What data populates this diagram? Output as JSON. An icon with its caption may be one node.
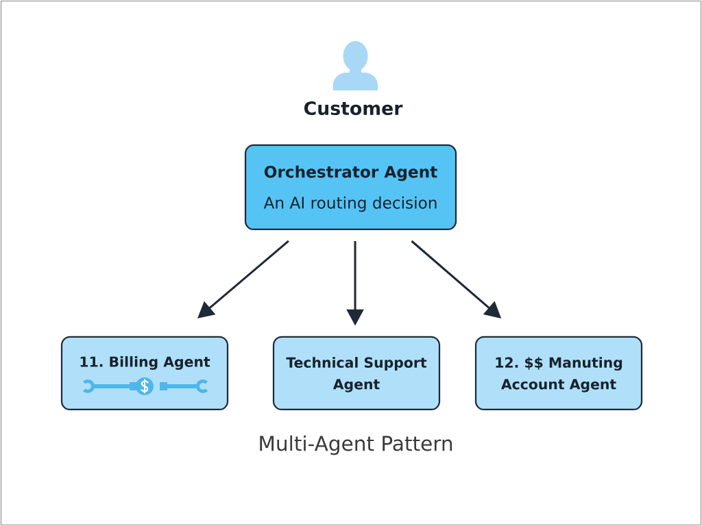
{
  "diagram": {
    "caption": "Multi-Agent Pattern",
    "nodes": [
      {
        "text": [
          "Orchestrator Agent",
          "An AI routing decision"
        ]
      },
      {
        "text": [
          "11. Billing Agent"
        ]
      },
      {
        "text": [
          "Technical Support Agent"
        ]
      },
      {
        "text": [
          "12. $$ Manuting Account Agent"
        ]
      }
    ],
    "edges": [
      {
        "from": 0,
        "to": 1,
        "arrow": "to"
      },
      {
        "from": 0,
        "to": 2,
        "arrow": "to"
      },
      {
        "from": 0,
        "to": 3,
        "arrow": "to"
      }
    ],
    "labels": [
      "Customer"
    ]
  }
}
